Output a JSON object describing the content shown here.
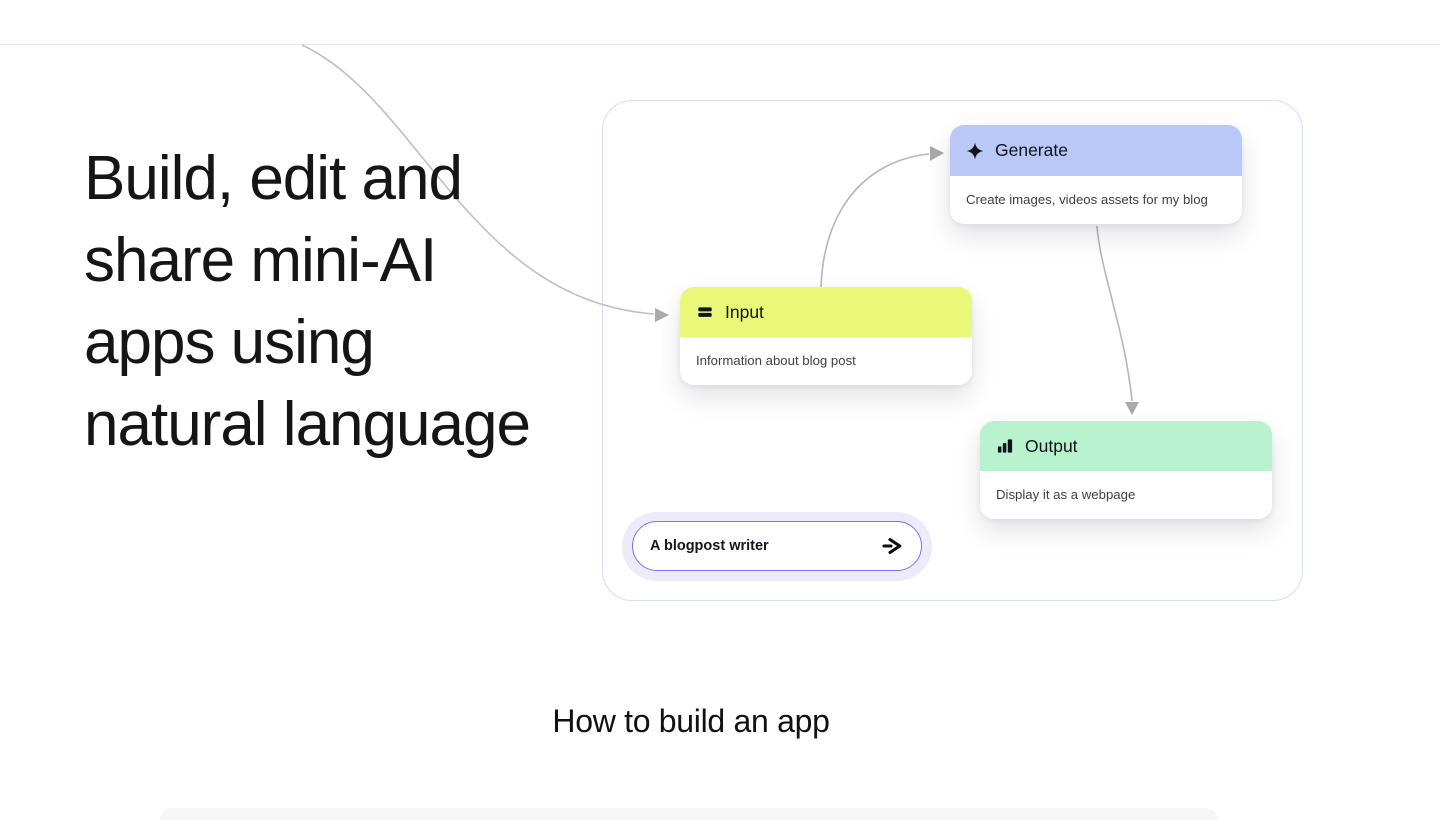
{
  "hero": {
    "headline": "Build, edit and\nshare mini-AI\napps using\nnatural language"
  },
  "diagram": {
    "nodes": [
      {
        "label": "Generate",
        "description": "Create images, videos assets for my blog",
        "icon": "sparkle-icon",
        "header_color": "#b9c8f7"
      },
      {
        "label": "Input",
        "description": "Information about blog post",
        "icon": "input-lines-icon",
        "header_color": "#e9f879"
      },
      {
        "label": "Output",
        "description": "Display it as a webpage",
        "icon": "bar-chart-icon",
        "header_color": "#b9f2cf"
      }
    ],
    "prompt": {
      "value": "A blogpost writer",
      "send_icon": "send-icon"
    }
  },
  "sections": {
    "how_to_heading": "How to build an app"
  },
  "colors": {
    "generate_header": "#b9c8f7",
    "input_header": "#e9f879",
    "output_header": "#b9f2cf",
    "prompt_border": "#7a70f0",
    "prompt_halo": "#ecebfa",
    "canvas_border": "#d7ddf6",
    "connector": "#b6b6b6",
    "text_primary": "#151515",
    "bottom_section_bg": "#f7f7f8"
  }
}
